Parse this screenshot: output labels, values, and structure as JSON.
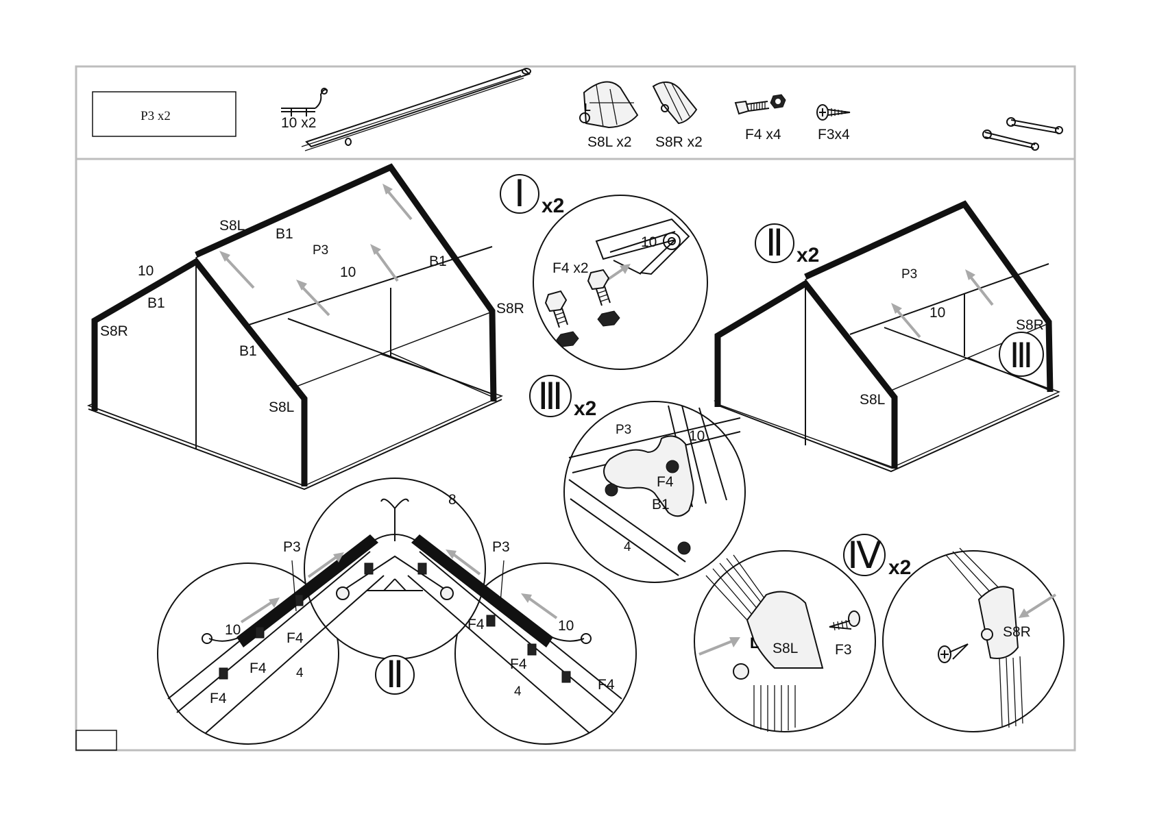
{
  "parts_header": {
    "panel_label": "P3  x2",
    "connector_label": "10 x2",
    "corner_left_label": "S8L  x2",
    "corner_right_label": "S8R x2",
    "bolt_label": "F4 x4",
    "screw_label": "F3x4"
  },
  "overview_left": {
    "labels": {
      "s8l_top": "S8L",
      "b1_top": "B1",
      "p3": "P3",
      "ten_mid": "10",
      "b1_right": "B1",
      "ten_left": "10",
      "b1_left": "B1",
      "s8r_left": "S8R",
      "s8r_right": "S8R",
      "b1_front": "B1",
      "s8l_bottom": "S8L"
    }
  },
  "step_1": {
    "numeral": "Ⅰ",
    "multiplier": "x2",
    "labels": {
      "connector": "10",
      "bolts": "F4 x2"
    }
  },
  "step_2": {
    "numeral": "Ⅱ",
    "multiplier": "x2",
    "labels": {
      "p3": "P3",
      "ten": "10",
      "three": "Ⅲ",
      "s8r": "S8R",
      "s8l": "S8L"
    }
  },
  "step_3": {
    "numeral": "Ⅲ",
    "multiplier": "x2",
    "labels": {
      "p3": "P3",
      "ten": "10",
      "f4": "F4",
      "b1": "B1",
      "four": "4"
    }
  },
  "step_4": {
    "numeral": "Ⅳ",
    "multiplier": "x2",
    "labels": {
      "s8l": "S8L",
      "f3": "F3",
      "s8r": "S8R"
    }
  },
  "ridge_detail": {
    "numeral": "Ⅱ",
    "labels": {
      "eight": "8",
      "p3_left": "P3",
      "p3_right": "P3",
      "ten_left": "10",
      "ten_right": "10",
      "f4_a": "F4",
      "f4_b": "F4",
      "f4_c": "F4",
      "f4_d": "F4",
      "f4_e": "F4",
      "f4_f": "F4",
      "four_left": "4",
      "four_right": "4"
    }
  },
  "colors": {
    "frame": "#bdbdbd",
    "arrow": "#a9a9a9",
    "ink": "#111111"
  }
}
